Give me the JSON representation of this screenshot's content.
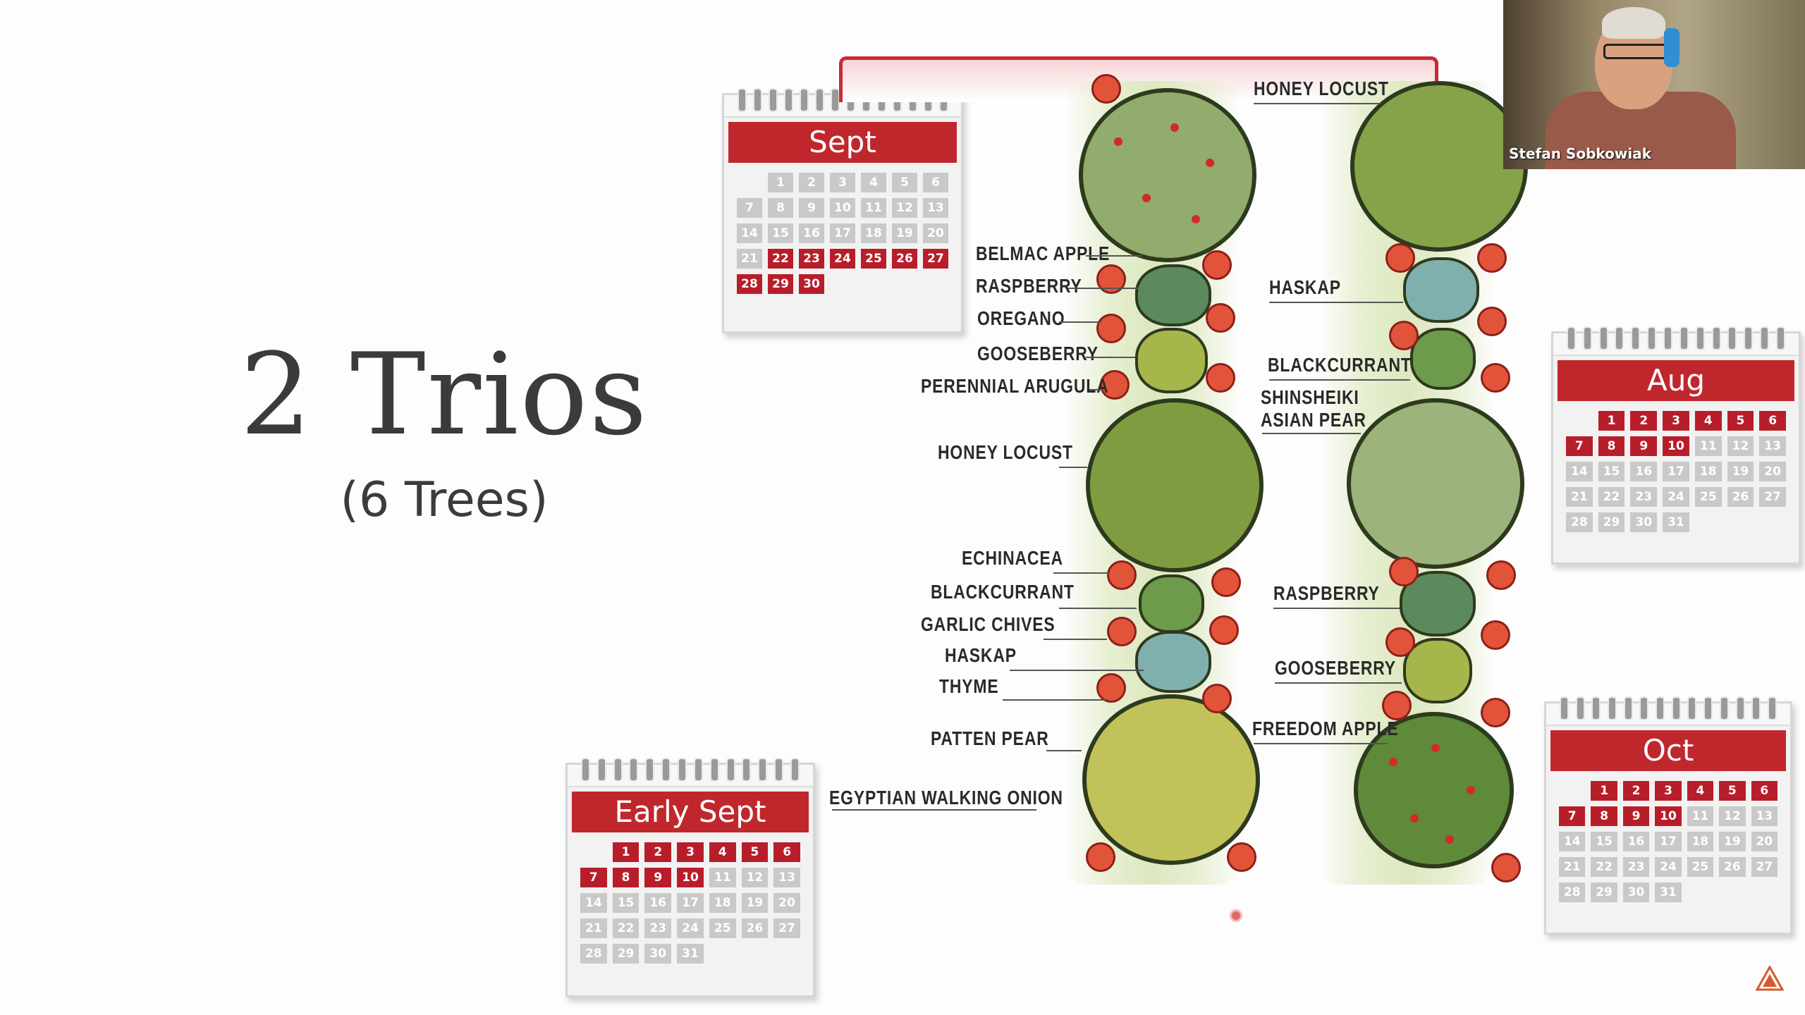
{
  "slide": {
    "title": "2 Trios",
    "subtitle": "(6 Trees)"
  },
  "calendars": {
    "sept": {
      "title": "Sept"
    },
    "early_sept": {
      "title": "Early Sept"
    },
    "aug": {
      "title": "Aug"
    },
    "oct": {
      "title": "Oct"
    }
  },
  "plants_left": {
    "honey_locust": "HONEY LOCUST",
    "belmac_apple": "BELMAC APPLE",
    "raspberry": "RASPBERRY",
    "oregano": "OREGANO",
    "gooseberry": "GOOSEBERRY",
    "perennial_arugula": "PERENNIAL ARUGULA",
    "honey_locust_2": "HONEY LOCUST",
    "echinacea": "ECHINACEA",
    "blackcurrant": "BLACKCURRANT",
    "garlic_chives": "GARLIC CHIVES",
    "haskap": "HASKAP",
    "thyme": "THYME",
    "patten_pear": "PATTEN PEAR",
    "egyptian_walking_onion": "EGYPTIAN WALKING ONION"
  },
  "plants_right": {
    "haskap": "HASKAP",
    "blackcurrant": "BLACKCURRANT",
    "shinsheiki_1": "SHINSHEIKI",
    "shinsheiki_2": "ASIAN PEAR",
    "raspberry": "RASPBERRY",
    "gooseberry": "GOOSEBERRY",
    "freedom_apple": "FREEDOM APPLE"
  },
  "video": {
    "participant_name": "Stefan Sobkowiak"
  },
  "colors": {
    "accent_red": "#c0272d",
    "inactive_day": "#c9c9c9"
  }
}
